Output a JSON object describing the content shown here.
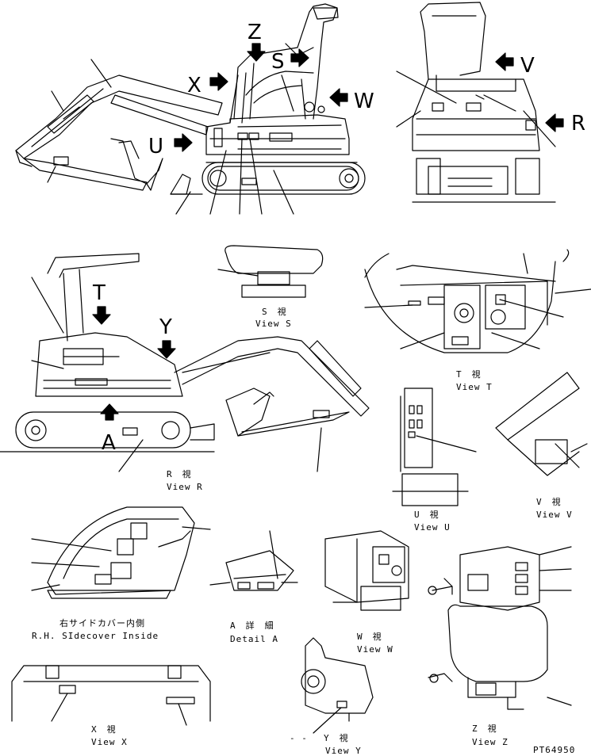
{
  "arrow_letters": {
    "Z": "Z",
    "S": "S",
    "X": "X",
    "W": "W",
    "U": "U",
    "V": "V",
    "R": "R",
    "T": "T",
    "Y": "Y",
    "A": "A"
  },
  "views": {
    "s": {
      "jp": "S　視",
      "en": "View S"
    },
    "t": {
      "jp": "T　視",
      "en": "View T"
    },
    "r": {
      "jp": "R　視",
      "en": "View R"
    },
    "u": {
      "jp": "U　視",
      "en": "View U"
    },
    "v": {
      "jp": "V　視",
      "en": "View V"
    },
    "rh": {
      "jp": "右サイドカバー内側",
      "en": "R.H. SIdecover Inside"
    },
    "a": {
      "jp": "A　詳　細",
      "en": "Detail A"
    },
    "w": {
      "jp": "W　視",
      "en": "View W"
    },
    "z": {
      "jp": "Z　視",
      "en": "View Z"
    },
    "x": {
      "jp": "X　視",
      "en": "View X"
    },
    "y": {
      "jp": "Y　視",
      "en": "View Y"
    }
  },
  "dash_marks": "- -",
  "drawing_number": "PT64950"
}
